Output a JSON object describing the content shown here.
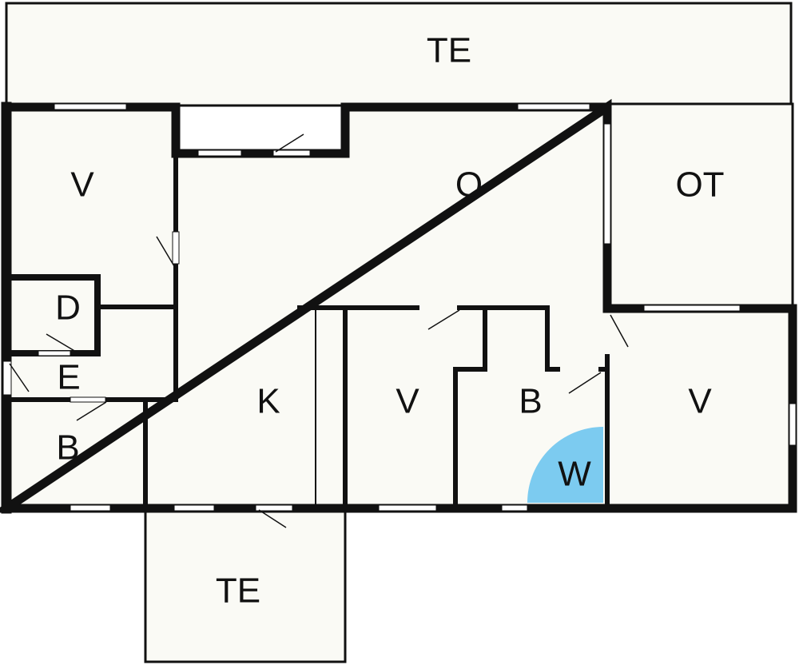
{
  "colors": {
    "floor": "#fafaf5",
    "wall": "#111111",
    "window": "#ffffff",
    "spa": "#7ccbf0"
  },
  "labels": {
    "terrace_top": "TE",
    "bedroom_nw": "V",
    "living": "O",
    "covered_terrace": "OT",
    "storage": "D",
    "entrance": "E",
    "kitchen": "K",
    "bedroom_center": "V",
    "bath_right": "B",
    "bedroom_east": "V",
    "bath_left": "B",
    "whirlpool": "W",
    "terrace_bottom": "TE"
  }
}
